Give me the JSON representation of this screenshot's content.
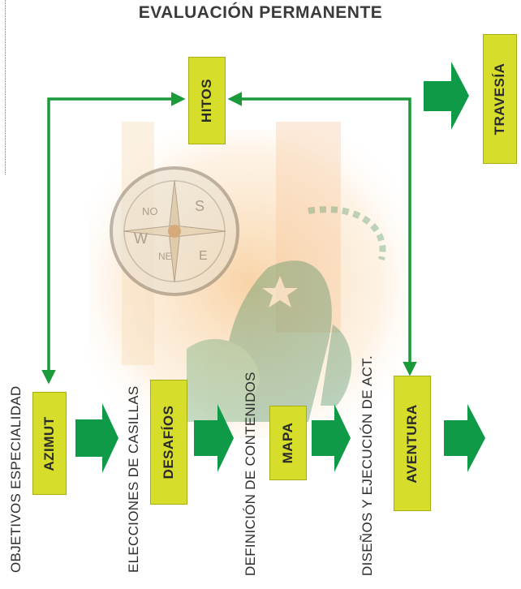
{
  "title": "EVALUACIÓN PERMANENTE",
  "boxes": {
    "hitos": "HITOS",
    "travesia": "TRAVESÍA",
    "azimut": "AZIMUT",
    "desafios": "DESAFÍOS",
    "mapa": "MAPA",
    "aventura": "AVENTURA"
  },
  "labels": {
    "objetivos": "OBJETIVOS ESPECIALIDAD",
    "elecciones": "ELECCIONES DE CASILLAS",
    "definicion": "DEFINICIÓN DE CONTENIDOS",
    "disenos": "DISEÑOS Y EJECUCIÓN DE ACT."
  },
  "colors": {
    "box_fill": "#d6dd2a",
    "arrow_green": "#0f9a47",
    "line_green": "#1a9a3a",
    "text": "#2e2e2e"
  },
  "icons": {
    "background": "compass-and-scout-emblem-watermark"
  }
}
